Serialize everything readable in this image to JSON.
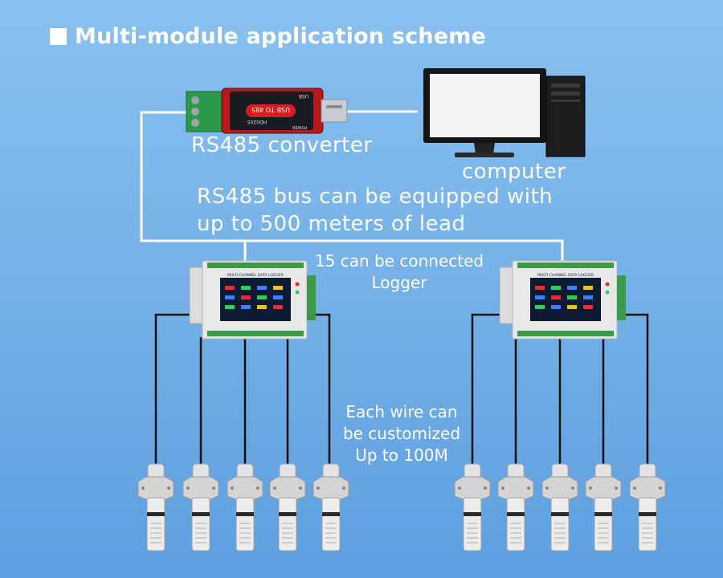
{
  "title": "Multi-module application scheme",
  "labels": {
    "converter": "RS485 converter",
    "computer": "computer",
    "bus_line1": "RS485 bus can be equipped with",
    "bus_line2": "up to 500 meters of lead",
    "connect_line1": "15 can be connected",
    "connect_line2": "Logger",
    "wire_line1": "Each wire can",
    "wire_line2": "be customized",
    "wire_line3": "Up to 100M"
  },
  "device_text": {
    "converter_face": "USB TO 485",
    "converter_model": "HD0205",
    "converter_port": "USB",
    "converter_power": "POWER",
    "logger_panel": "MULTI-CHANNEL DATA LOGGER"
  },
  "colors": {
    "background_top": "#89c0ef",
    "background_bottom": "#5d9fe0",
    "wire": "#111111",
    "bus": "#ffffff"
  }
}
